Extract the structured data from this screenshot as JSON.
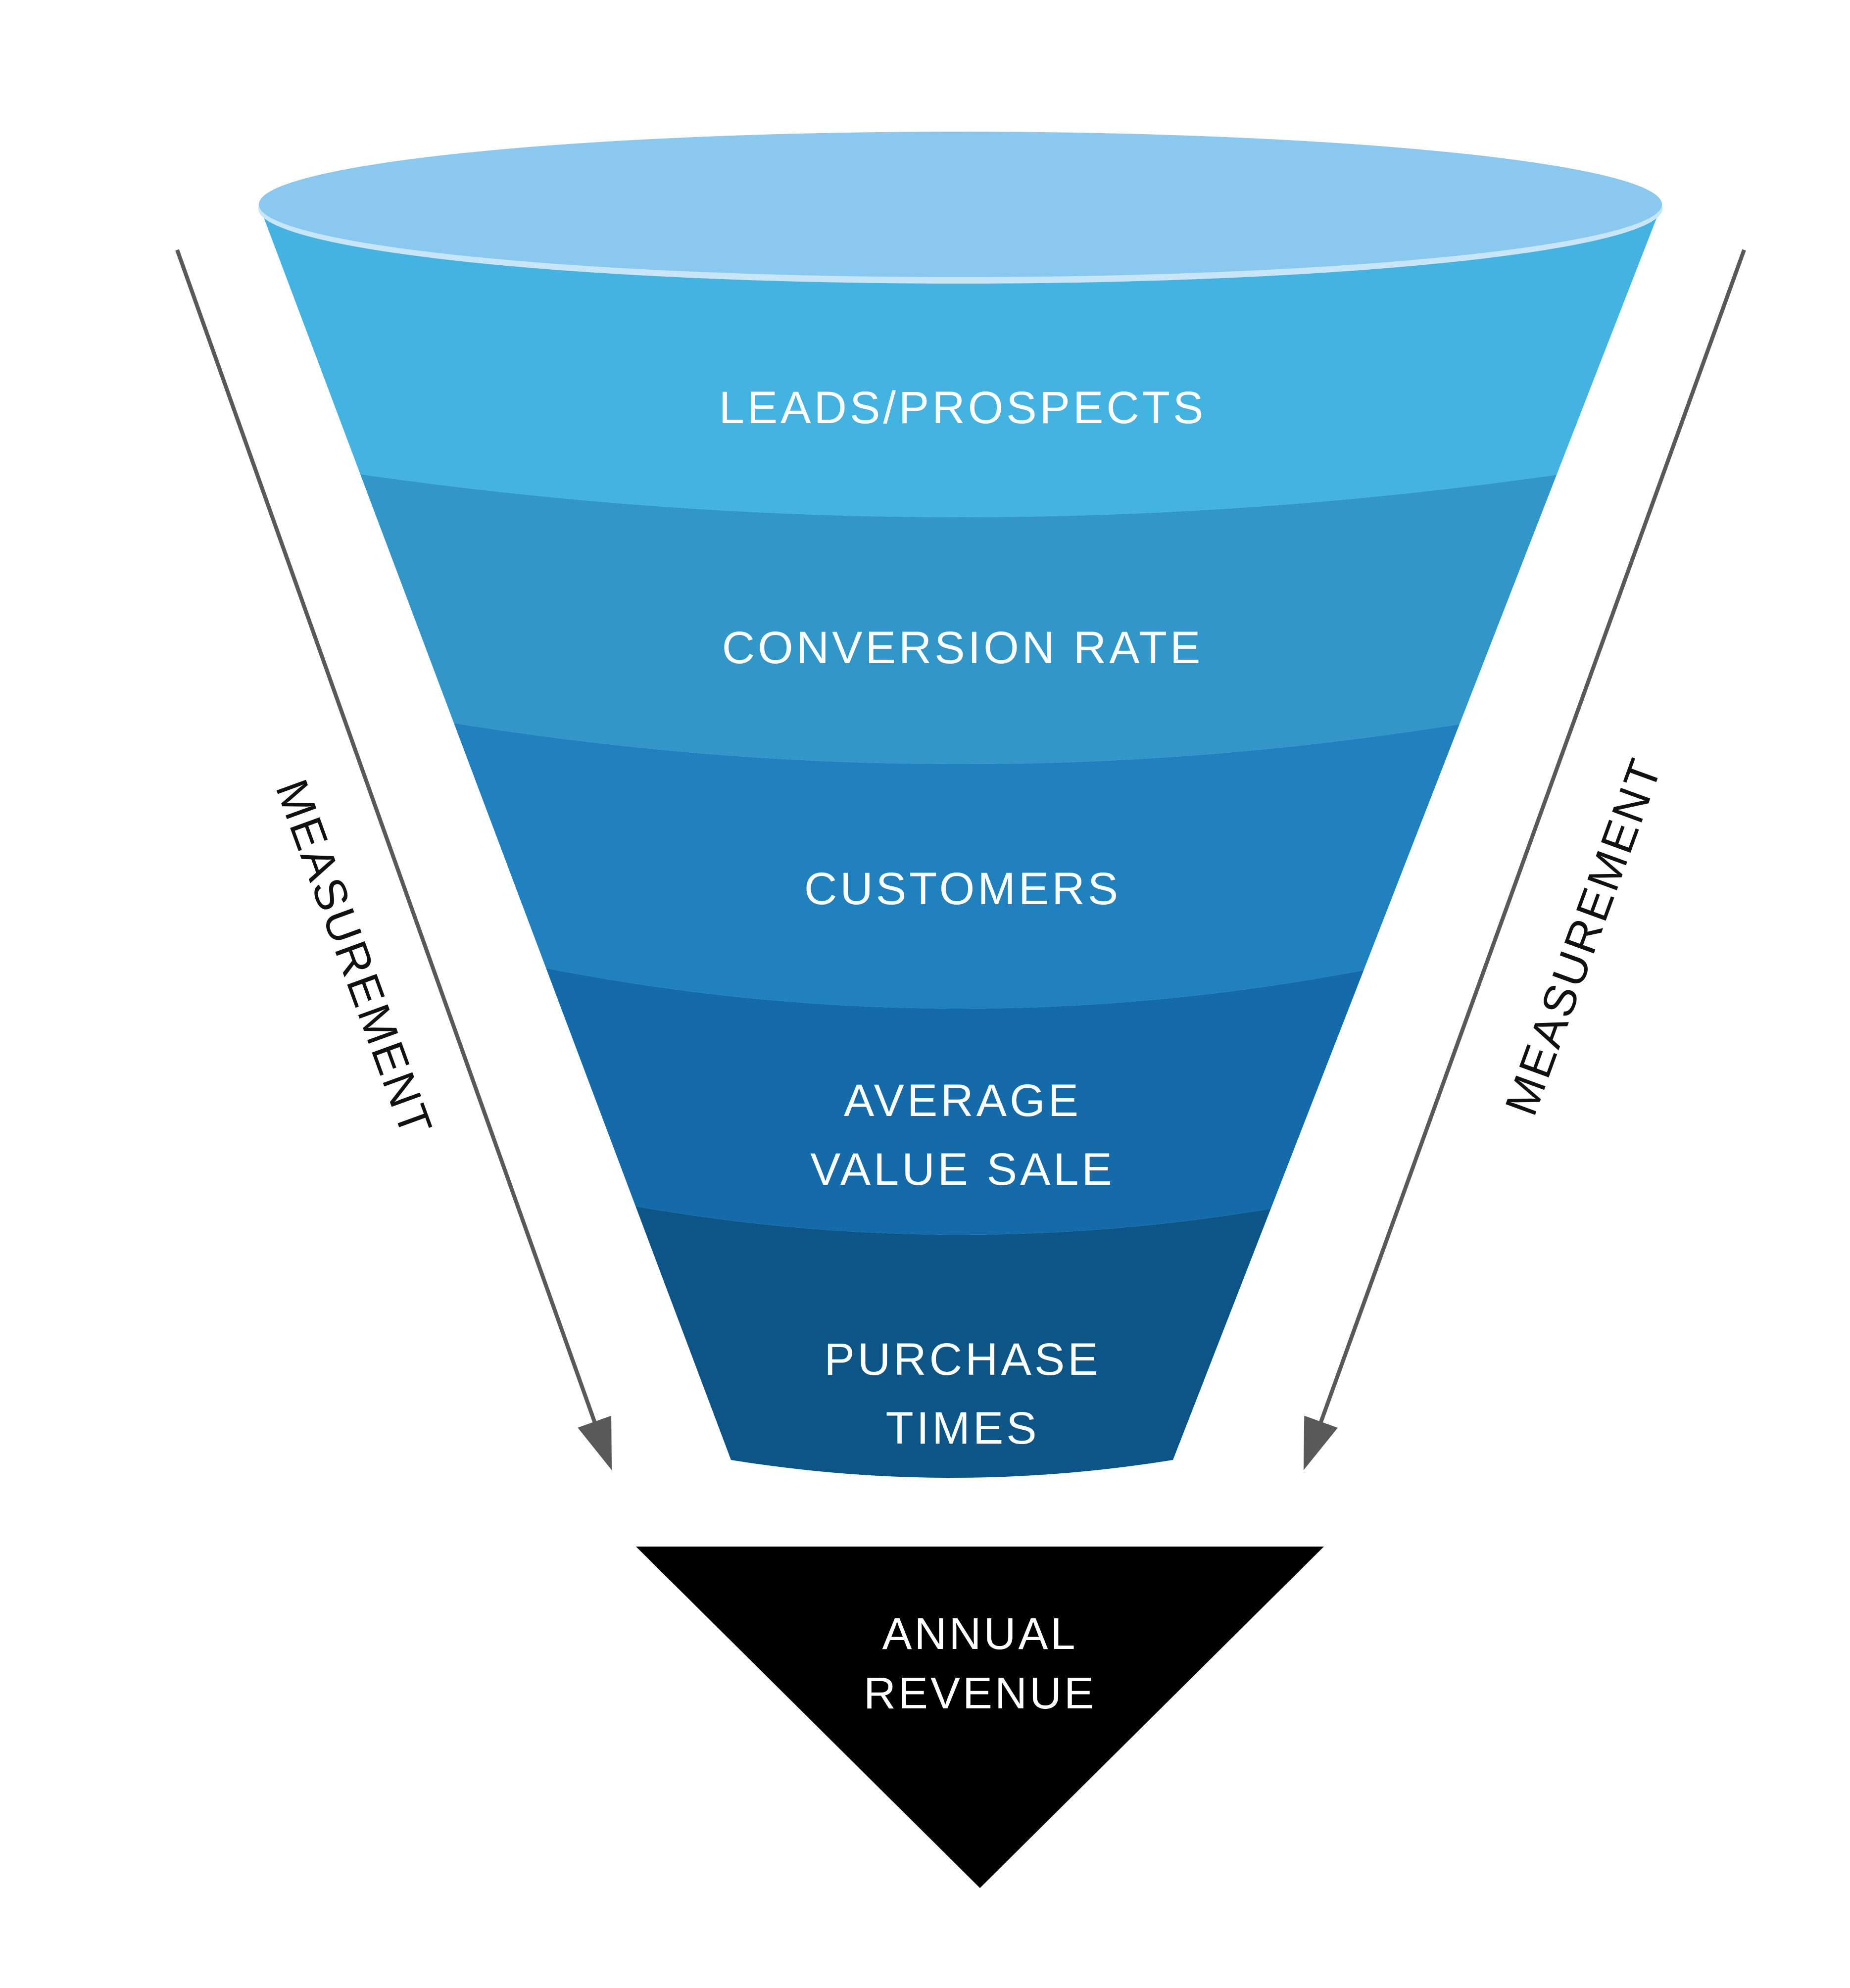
{
  "background_color": "#ffffff",
  "funnel": {
    "top_color": "#8AC8F0",
    "rim_color": "#C9E6F8",
    "text_color": "#FFFFFF",
    "layers": [
      {
        "color": "#45B3E2",
        "lines": [
          "LEADS/PROSPECTS"
        ]
      },
      {
        "color": "#3296C9",
        "lines": [
          "CONVERSION RATE"
        ]
      },
      {
        "color": "#2181BF",
        "lines": [
          "CUSTOMERS"
        ]
      },
      {
        "color": "#156AAA",
        "lines": [
          "AVERAGE",
          "VALUE SALE"
        ]
      },
      {
        "color": "#0E5587",
        "lines": [
          "PURCHASE",
          "TIMES"
        ]
      }
    ]
  },
  "annotations": {
    "left_label": "MEASUREMENT",
    "right_label": "MEASUREMENT",
    "arrow_color": "#595959",
    "label_color": "#111111"
  },
  "outcome": {
    "triangle_color": "#000000",
    "text_color": "#FFFFFF",
    "lines": [
      "ANNUAL",
      "REVENUE"
    ]
  }
}
